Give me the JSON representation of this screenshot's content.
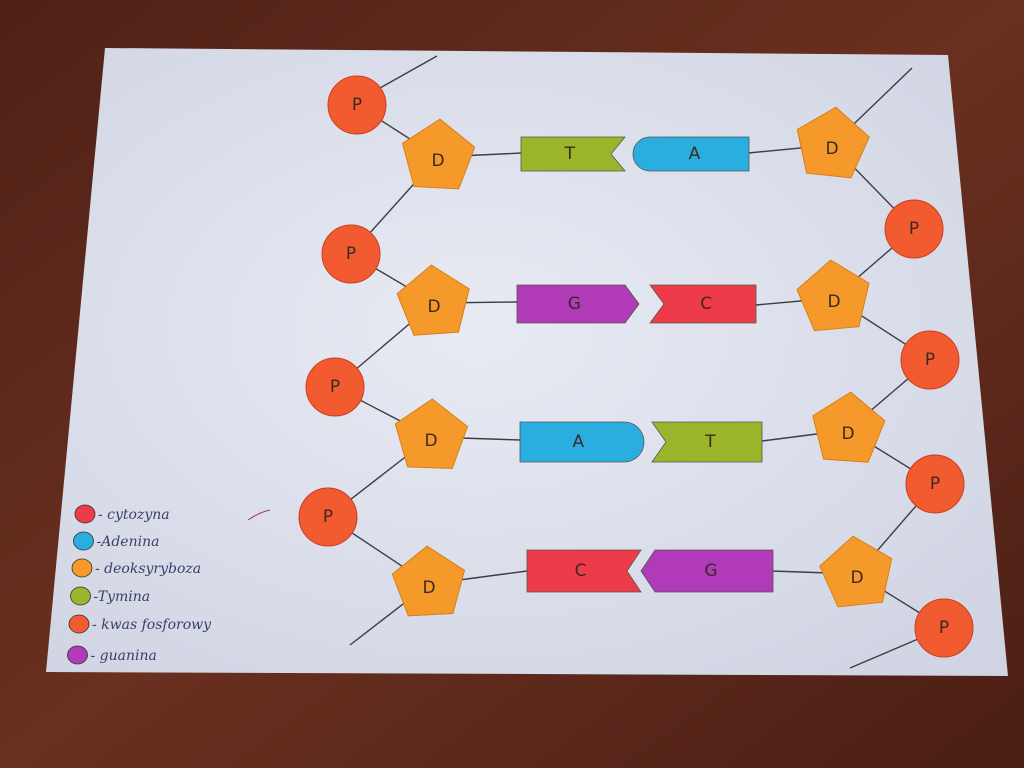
{
  "nodes": {
    "phosphate": "P",
    "sugar": "D"
  },
  "base_pairs": [
    {
      "left": "T",
      "right": "A"
    },
    {
      "left": "G",
      "right": "C"
    },
    {
      "left": "A",
      "right": "T"
    },
    {
      "left": "C",
      "right": "G"
    }
  ],
  "legend": [
    {
      "label": "- cytozyna",
      "color": "#ee3b4a"
    },
    {
      "label": "-Adenina",
      "color": "#2aaee0"
    },
    {
      "label": "- deoksyryboza",
      "color": "#f59a2a"
    },
    {
      "label": "-Tymina",
      "color": "#9ab52a"
    },
    {
      "label": "- kwas fosforowy",
      "color": "#f25a30"
    },
    {
      "label": "- guanina",
      "color": "#b03ab8"
    }
  ],
  "colors": {
    "phosphate": "#f25a30",
    "sugar": "#f59a2a",
    "adenine": "#2aaee0",
    "thymine": "#9ab52a",
    "guanine": "#b03ab8",
    "cytosine": "#ee3b4a",
    "paper": "#dfe3ee",
    "table": "#5e2a1d"
  }
}
